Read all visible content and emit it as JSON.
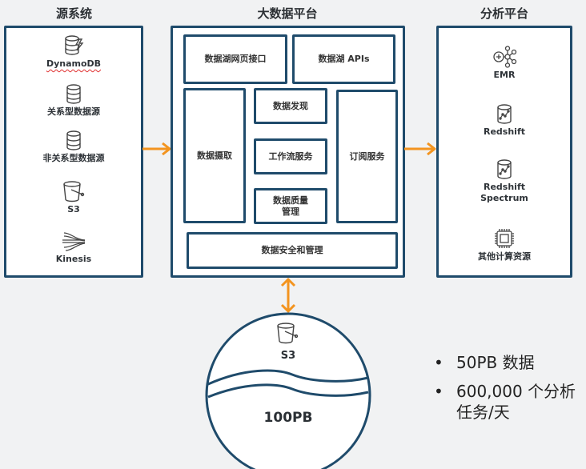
{
  "columns": {
    "source": {
      "title": "源系统",
      "items": [
        {
          "icon": "dynamodb-icon",
          "label": "DynamoDB"
        },
        {
          "icon": "database-icon",
          "label": "关系型数据源"
        },
        {
          "icon": "database-icon",
          "label": "非关系型数据源"
        },
        {
          "icon": "bucket-icon",
          "label": "S3"
        },
        {
          "icon": "kinesis-icon",
          "label": "Kinesis"
        }
      ]
    },
    "platform": {
      "title": "大数据平台",
      "modules": {
        "web_ui": "数据湖网页接口",
        "apis": "数据湖 APIs",
        "ingest": "数据摄取",
        "discovery": "数据发现",
        "workflow": "工作流服务",
        "quality": "数据质量管理",
        "subscription": "订阅服务",
        "security": "数据安全和管理"
      }
    },
    "analytics": {
      "title": "分析平台",
      "items": [
        {
          "icon": "emr-icon",
          "label": "EMR"
        },
        {
          "icon": "redshift-icon",
          "label": "Redshift"
        },
        {
          "icon": "redshift-icon",
          "label": "Redshift Spectrum"
        },
        {
          "icon": "chip-icon",
          "label": "其他计算资源"
        }
      ]
    }
  },
  "storage": {
    "icon": "bucket-icon",
    "label": "S3",
    "capacity": "100PB"
  },
  "stats": [
    "50PB 数据",
    "600,000 个分析任务/天"
  ],
  "colors": {
    "border": "#1f4b6b",
    "arrow": "#f3941f",
    "background": "#f1f2f3"
  },
  "bullet_glyph": "•"
}
